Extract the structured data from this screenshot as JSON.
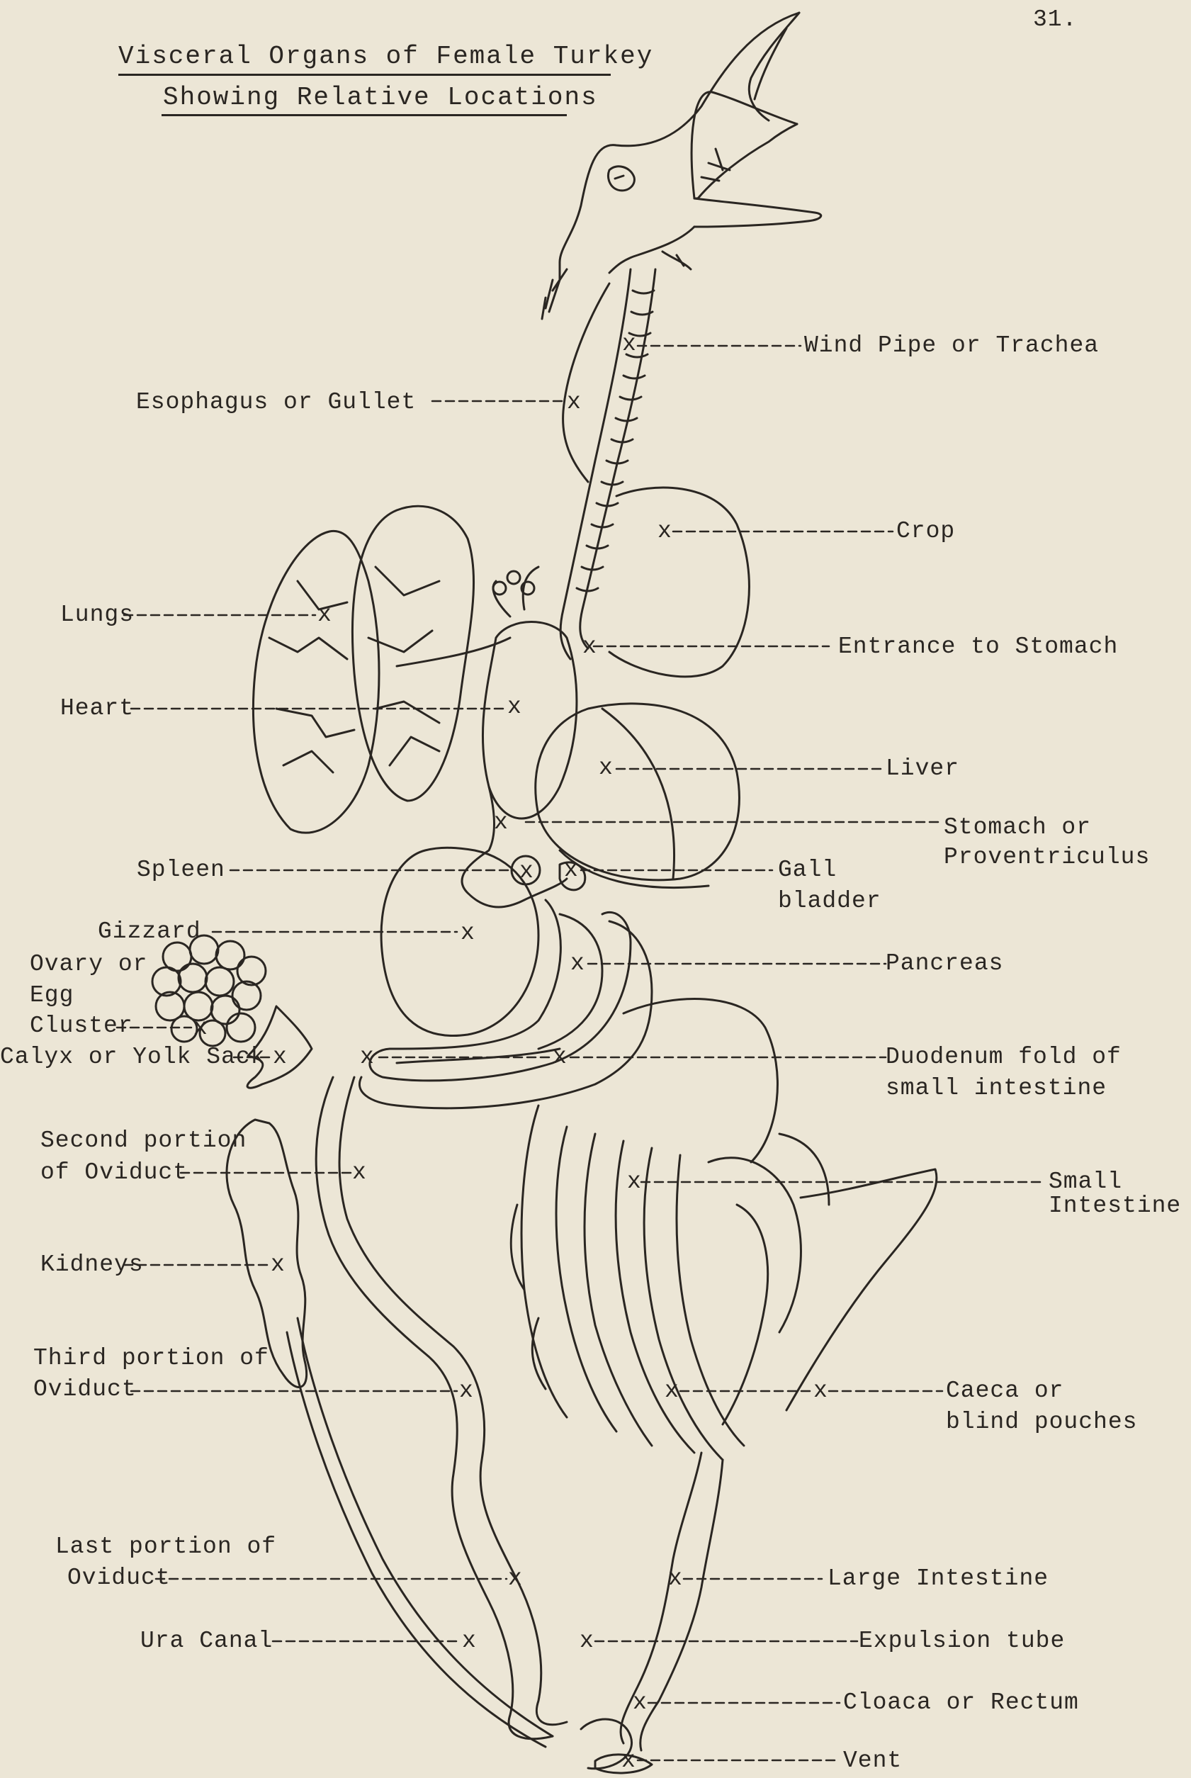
{
  "page_number": "31.",
  "title_line1": "Visceral Organs of Female Turkey",
  "title_line2": "Showing Relative Locations",
  "labels": {
    "wind_pipe": "Wind Pipe or Trachea",
    "esophagus": "Esophagus or Gullet",
    "crop": "Crop",
    "lungs": "Lungs",
    "entrance_stomach": "Entrance to Stomach",
    "heart": "Heart",
    "liver": "Liver",
    "stomach_1": "Stomach or",
    "stomach_2": "Proventriculus",
    "spleen": "Spleen",
    "gall_1": "Gall",
    "gall_2": "bladder",
    "gizzard": "Gizzard",
    "ovary_1": "Ovary or",
    "ovary_2": "Egg",
    "ovary_3": "Cluster",
    "pancreas": "Pancreas",
    "calyx": "Calyx or Yolk Sack",
    "duodenum_1": "Duodenum fold of",
    "duodenum_2": "small intestine",
    "second_oviduct_1": "Second portion",
    "second_oviduct_2": "of Oviduct",
    "small_int_1": "Small",
    "small_int_2": "Intestine",
    "kidneys": "Kidneys",
    "third_oviduct_1": "Third portion of",
    "third_oviduct_2": "Oviduct",
    "caeca_1": "Caeca or",
    "caeca_2": "blind pouches",
    "last_oviduct_1": "Last portion of",
    "last_oviduct_2": "Oviduct",
    "large_int": "Large Intestine",
    "ura": "Ura Canal",
    "expulsion": "Expulsion tube",
    "cloaca": "Cloaca or Rectum",
    "vent": "Vent"
  },
  "marker": "x"
}
